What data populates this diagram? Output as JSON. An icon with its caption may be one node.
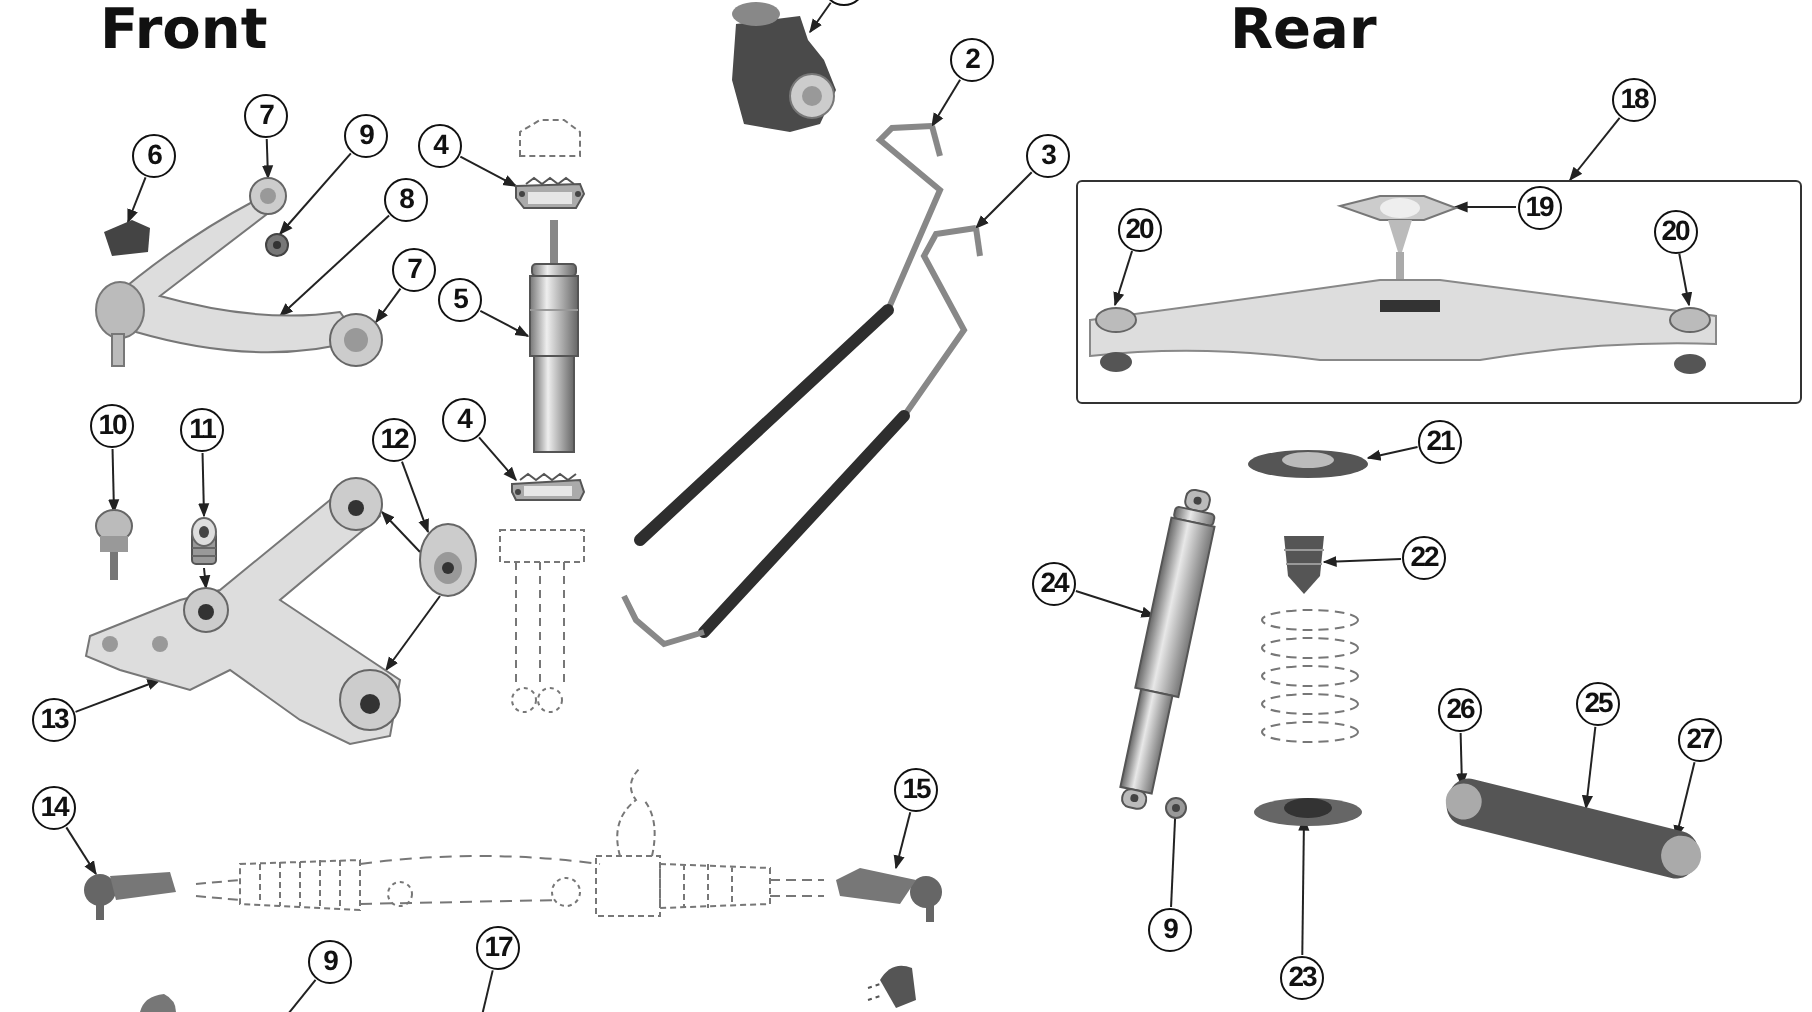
{
  "diagram": {
    "nodes": [
      {
        "text": [],
        "shape": "circle"
      },
      {
        "text": [],
        "shape": "picture"
      },
      {
        "text": [
          "2"
        ]
      },
      {
        "text": [],
        "shape": "picture"
      },
      {
        "text": [
          "3"
        ]
      },
      {
        "text": [],
        "shape": "picture"
      },
      {
        "text": [
          "6"
        ]
      },
      {
        "text": [],
        "shape": "picture"
      },
      {
        "text": [
          "7"
        ]
      },
      {
        "text": [
          "9"
        ]
      },
      {
        "text": [],
        "shape": "picture"
      },
      {
        "text": [
          "8"
        ]
      },
      {
        "text": [
          "7"
        ]
      },
      {
        "text": [],
        "shape": "picture"
      },
      {
        "text": [
          "4"
        ]
      },
      {
        "text": [],
        "shape": "picture"
      },
      {
        "text": [
          "5"
        ]
      },
      {
        "text": [],
        "shape": "picture"
      },
      {
        "text": [
          "4"
        ]
      },
      {
        "text": [],
        "shape": "picture"
      },
      {
        "text": [
          "10"
        ]
      },
      {
        "text": [],
        "shape": "picture"
      },
      {
        "text": [
          "11"
        ]
      },
      {
        "text": [],
        "shape": "picture"
      },
      {
        "text": [
          "12"
        ]
      },
      {
        "text": [],
        "shape": "picture"
      },
      {
        "text": [
          "13"
        ]
      },
      {
        "text": [],
        "shape": "picture"
      },
      {
        "text": [
          "14"
        ]
      },
      {
        "text": [],
        "shape": "picture"
      },
      {
        "text": [
          "15"
        ]
      },
      {
        "text": [],
        "shape": "picture"
      },
      {
        "text": [
          "9"
        ]
      },
      {
        "text": [
          "17"
        ]
      },
      {
        "text": [
          "18"
        ]
      },
      {
        "text": [],
        "shape": "box"
      },
      {
        "text": [],
        "shape": "picture",
        "in": 35
      },
      {
        "text": [
          "19"
        ],
        "in": 35
      },
      {
        "text": [
          "20"
        ],
        "in": 35
      },
      {
        "text": [
          "20"
        ],
        "in": 35
      },
      {
        "text": [],
        "shape": "picture",
        "in": 35
      },
      {
        "text": [
          "21"
        ]
      },
      {
        "text": [],
        "shape": "picture"
      },
      {
        "text": [
          "22"
        ]
      },
      {
        "text": [],
        "shape": "picture"
      },
      {
        "text": [
          "24"
        ]
      },
      {
        "text": [],
        "shape": "picture"
      },
      {
        "text": [
          "9"
        ]
      },
      {
        "text": [],
        "shape": "picture"
      },
      {
        "text": [
          "23"
        ]
      },
      {
        "text": [],
        "shape": "picture"
      },
      {
        "text": [
          "26"
        ]
      },
      {
        "text": [
          "25"
        ]
      },
      {
        "text": [
          "27"
        ]
      },
      {
        "text": [],
        "shape": "picture"
      }
    ],
    "edges": [
      {
        "from": 0,
        "to": 1,
        "arrow": "to"
      },
      {
        "from": 2,
        "to": 3,
        "arrow": "to"
      },
      {
        "from": 4,
        "to": 5,
        "arrow": "to"
      },
      {
        "from": 6,
        "to": 7,
        "arrow": "to"
      },
      {
        "from": 8,
        "to": 13,
        "arrow": "to"
      },
      {
        "from": 9,
        "to": 10,
        "arrow": "to"
      },
      {
        "from": 11,
        "to": 13,
        "arrow": "to"
      },
      {
        "from": 12,
        "to": 13,
        "arrow": "to"
      },
      {
        "from": 14,
        "to": 15,
        "arrow": "to"
      },
      {
        "from": 16,
        "to": 17,
        "arrow": "to"
      },
      {
        "from": 18,
        "to": 19,
        "arrow": "to"
      },
      {
        "from": 20,
        "to": 21,
        "arrow": "to"
      },
      {
        "from": 22,
        "to": 23,
        "arrow": "to"
      },
      {
        "from": 23,
        "to": 27,
        "arrow": "to"
      },
      {
        "from": 24,
        "to": 25,
        "arrow": "to"
      },
      {
        "from": 25,
        "to": 27,
        "arrow": "to"
      },
      {
        "from": 25,
        "to": 27,
        "arrow": "to"
      },
      {
        "from": 26,
        "to": 27,
        "arrow": "to"
      },
      {
        "from": 28,
        "to": 29,
        "arrow": "to"
      },
      {
        "from": 30,
        "to": 31,
        "arrow": "to"
      },
      {
        "from": 32,
        "to": null,
        "arrow": "none"
      },
      {
        "from": 33,
        "to": null,
        "arrow": "none"
      },
      {
        "from": 34,
        "to": 35,
        "arrow": "to"
      },
      {
        "from": 37,
        "to": 36,
        "arrow": "to"
      },
      {
        "from": 38,
        "to": 40,
        "arrow": "to"
      },
      {
        "from": 39,
        "to": 40,
        "arrow": "to"
      },
      {
        "from": 41,
        "to": 42,
        "arrow": "to"
      },
      {
        "from": 43,
        "to": 44,
        "arrow": "to"
      },
      {
        "from": 45,
        "to": 46,
        "arrow": "to"
      },
      {
        "from": 47,
        "to": 48,
        "arrow": "to"
      },
      {
        "from": 49,
        "to": 50,
        "arrow": "to"
      },
      {
        "from": 51,
        "to": 54,
        "arrow": "to"
      },
      {
        "from": 52,
        "to": 54,
        "arrow": "to"
      },
      {
        "from": 53,
        "to": 54,
        "arrow": "to"
      }
    ],
    "labels": [
      "Front",
      "Rear"
    ]
  }
}
